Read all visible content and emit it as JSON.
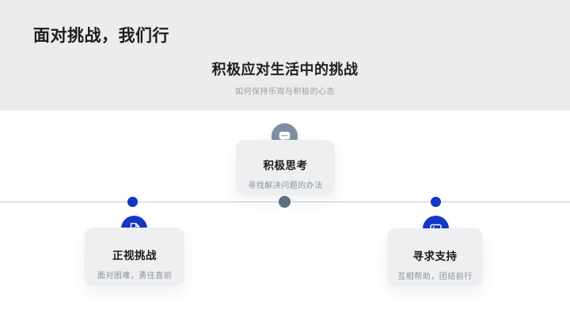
{
  "header": {
    "page_title": "面对挑战，我们行",
    "heading": "积极应对生活中的挑战",
    "subheading": "如何保持乐观与积极的心态"
  },
  "timeline": {
    "items": [
      {
        "title": "正视挑战",
        "desc": "面对困难，勇往直前",
        "icon": "ppt-file-icon",
        "accent": "blue"
      },
      {
        "title": "积极思考",
        "desc": "寻找解决问题的办法",
        "icon": "chat-bubble-icon",
        "accent": "slate"
      },
      {
        "title": "寻求支持",
        "desc": "互相帮助，团结前行",
        "icon": "image-icon",
        "accent": "blue"
      }
    ]
  },
  "colors": {
    "accent_blue": "#1437c5",
    "slate_gray": "#7e8da1",
    "timeline_dot_gray": "#5f7082",
    "timeline_line": "#c2cad4",
    "header_band": "#ececec",
    "card_background": "#edeff1",
    "title_text": "#1d1d1f",
    "muted_text": "#8c9099"
  }
}
